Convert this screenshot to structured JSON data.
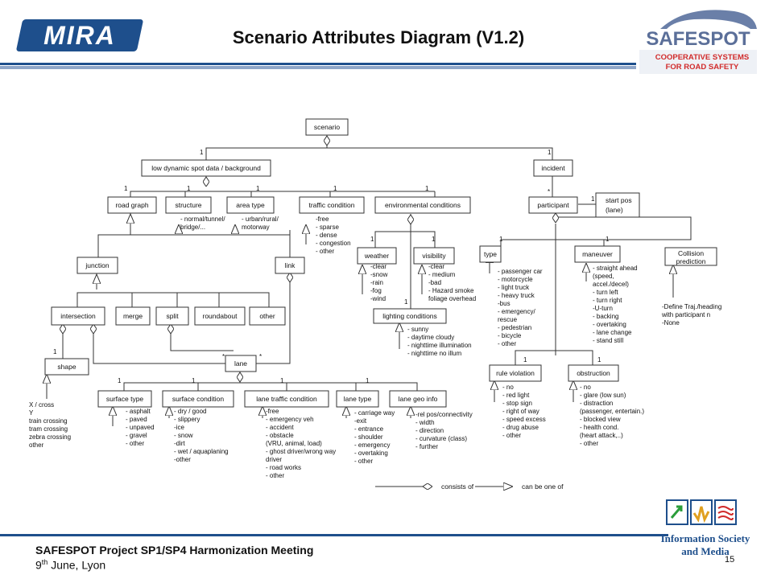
{
  "header": {
    "mira_logo": "MIRA",
    "title": "Scenario Attributes Diagram (V1.2)",
    "safespot_logo": "SAFESPOT",
    "safespot_tagline_1": "COOPERATIVE SYSTEMS",
    "safespot_tagline_2": "FOR ROAD SAFETY"
  },
  "footer": {
    "meeting": "SAFESPOT Project SP1/SP4 Harmonization  Meeting",
    "date_day": "9",
    "date_sup": "th",
    "date_rest": "  June, Lyon",
    "page": "15",
    "infosoc_1": "Information Society",
    "infosoc_2": "and Media"
  },
  "diagram": {
    "boxes": {
      "scenario": "scenario",
      "low_dynamic": "low dynamic spot data / background",
      "incident": "incident",
      "road_graph": "road graph",
      "structure": "structure",
      "area_type": "area type",
      "traffic_condition": "traffic condition",
      "environmental_conditions": "environmental conditions",
      "participant": "participant",
      "start_pos_1": "start pos",
      "start_pos_2": "(lane)",
      "junction": "junction",
      "link": "link",
      "weather": "weather",
      "visibility": "visibility",
      "type": "type",
      "maneuver": "maneuver",
      "collision_1": "Collision",
      "collision_2": "prediction",
      "intersection": "intersection",
      "merge": "merge",
      "split": "split",
      "roundabout": "roundabout",
      "other": "other",
      "lighting_conditions": "lighting conditions",
      "shape": "shape",
      "lane": "lane",
      "rule_violation": "rule violation",
      "obstruction": "obstruction",
      "surface_type": "surface type",
      "surface_condition": "surface condition",
      "lane_traffic_condition": "lane traffic condition",
      "lane_type": "lane type",
      "lane_geo_info": "lane geo info"
    },
    "mult": {
      "m1": "1",
      "star": "*"
    },
    "lists": {
      "structure": [
        "- normal/tunnel/",
        "  bridge/..."
      ],
      "area_type": [
        "- urban/rural/",
        "  motorway"
      ],
      "traffic": [
        "-free",
        "- sparse",
        "- dense",
        "- congestion",
        "- other"
      ],
      "weather": [
        "-clear",
        "-snow",
        "-rain",
        "-fog",
        "-wind"
      ],
      "visibility": [
        "-clear",
        "- medium",
        "-bad",
        "- Hazard smoke",
        "foliage overhead"
      ],
      "type": [
        "- passenger car",
        "- motorcycle",
        "- light truck",
        "- heavy truck",
        "-bus",
        "- emergency/",
        "  rescue",
        "- pedestrian",
        "- bicycle",
        "- other"
      ],
      "maneuver": [
        "- straight ahead",
        "  (speed,",
        "  accel./decel)",
        "- turn left",
        "- turn right",
        "-U-turn",
        "- backing",
        "- overtaking",
        "- lane change",
        "- stand still"
      ],
      "collision": [
        "-Define   Traj./heading",
        "with participant n",
        "-None"
      ],
      "lighting": [
        "- sunny",
        "- daytime cloudy",
        "- nighttime  illumination",
        "- nighttime no illum"
      ],
      "shape": [
        "X / cross",
        "Y",
        "train crossing",
        "tram crossing",
        "  zebra crossing",
        "other"
      ],
      "surface_type": [
        "- asphalt",
        "- paved",
        "- unpaved",
        "- gravel",
        "- other"
      ],
      "surface_condition": [
        "- dry / good",
        "- slippery",
        "-ice",
        "- snow",
        "-dirt",
        "- wet / aquaplaning",
        "-other"
      ],
      "lane_traffic": [
        "-free",
        "- emergency  veh",
        "- accident",
        "- obstacle",
        "  (VRU, animal, load)",
        "- ghost driver/wrong way",
        "  driver",
        "- road works",
        "- other"
      ],
      "lane_type": [
        "- carriage way",
        "-exit",
        "- entrance",
        "- shoulder",
        "- emergency",
        "- overtaking",
        "- other"
      ],
      "lane_geo": [
        "-rel  pos/connectivity",
        "- width",
        "- direction",
        "-  curvature (class)",
        "- further"
      ],
      "rule_violation": [
        "- no",
        "- red light",
        "- stop sign",
        "- right of way",
        "- speed excess",
        "- drug abuse",
        "- other"
      ],
      "obstruction": [
        "- no",
        "- glare (low sun)",
        "- distraction",
        "  (passenger, entertain.)",
        "- blocked view",
        "- health cond.",
        "  (heart attack,..)",
        "- other"
      ]
    },
    "legend": {
      "consists_of": "consists of",
      "can_be_one_of": "can be one of"
    }
  },
  "colors": {
    "brand_blue": "#1e4f8c",
    "light_blue": "#8fa6c8",
    "safespot_red": "#d12b2b"
  }
}
